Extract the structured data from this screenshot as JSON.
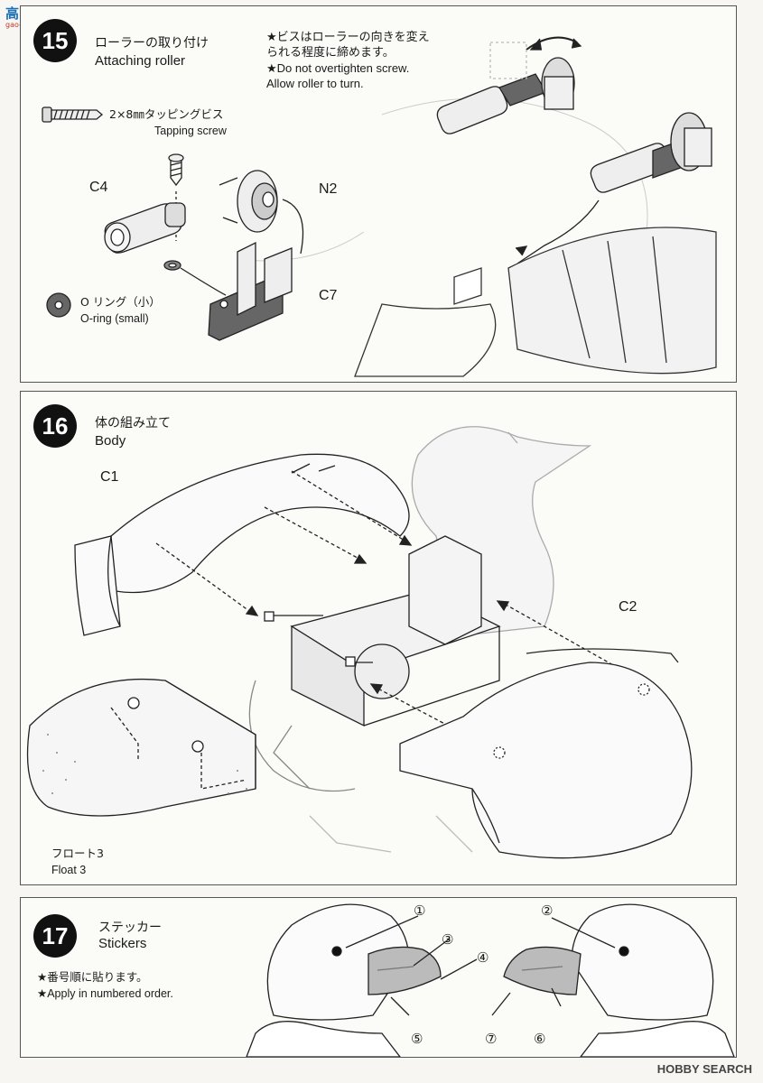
{
  "header": {
    "logo_glyphs": "高◎网",
    "logo_url": "gao-shou.com"
  },
  "steps": {
    "s15": {
      "number": "15",
      "title_jp": "ローラーの取り付け",
      "title_en": "Attaching roller",
      "note_lines": [
        "★ビスはローラーの向きを変え",
        "られる程度に締めます。",
        "★Do not overtighten screw.",
        "Allow roller to turn."
      ],
      "screw_jp": "2×8㎜タッピングビス",
      "screw_en": "Tapping screw",
      "oring_jp": "O リング（小）",
      "oring_en": "O-ring (small)",
      "parts": {
        "c4": "C4",
        "n2": "N2",
        "c7": "C7"
      }
    },
    "s16": {
      "number": "16",
      "title_jp": "体の組み立て",
      "title_en": "Body",
      "parts": {
        "c1": "C1",
        "c2": "C2"
      },
      "float_jp": "フロート3",
      "float_en": "Float 3"
    },
    "s17": {
      "number": "17",
      "title_jp": "ステッカー",
      "title_en": "Stickers",
      "note_jp": "★番号順に貼ります。",
      "note_en": "★Apply in numbered order.",
      "callouts": [
        "①",
        "②",
        "③",
        "④",
        "⑤",
        "⑥",
        "⑦"
      ]
    }
  },
  "footer": {
    "brand": "HOBBY SEARCH"
  }
}
